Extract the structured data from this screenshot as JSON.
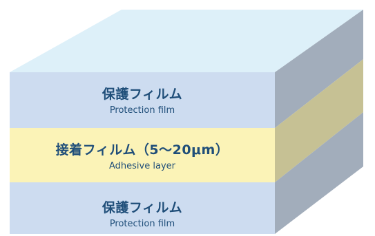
{
  "layers": [
    {
      "name_ja": "保護フィルム",
      "name_en": "Protection film"
    },
    {
      "name_ja": "接着フィルム（5～20μm）",
      "name_en": "Adhesive layer"
    },
    {
      "name_ja": "保護フィルム",
      "name_en": "Protection film"
    }
  ],
  "colors": {
    "top_face": "#ddf0f9",
    "protection_front": "#cddcf0",
    "protection_side": "#a2adbb",
    "adhesive_front": "#fbf3b7",
    "adhesive_side": "#c6c194",
    "text": "#1f4e79"
  }
}
